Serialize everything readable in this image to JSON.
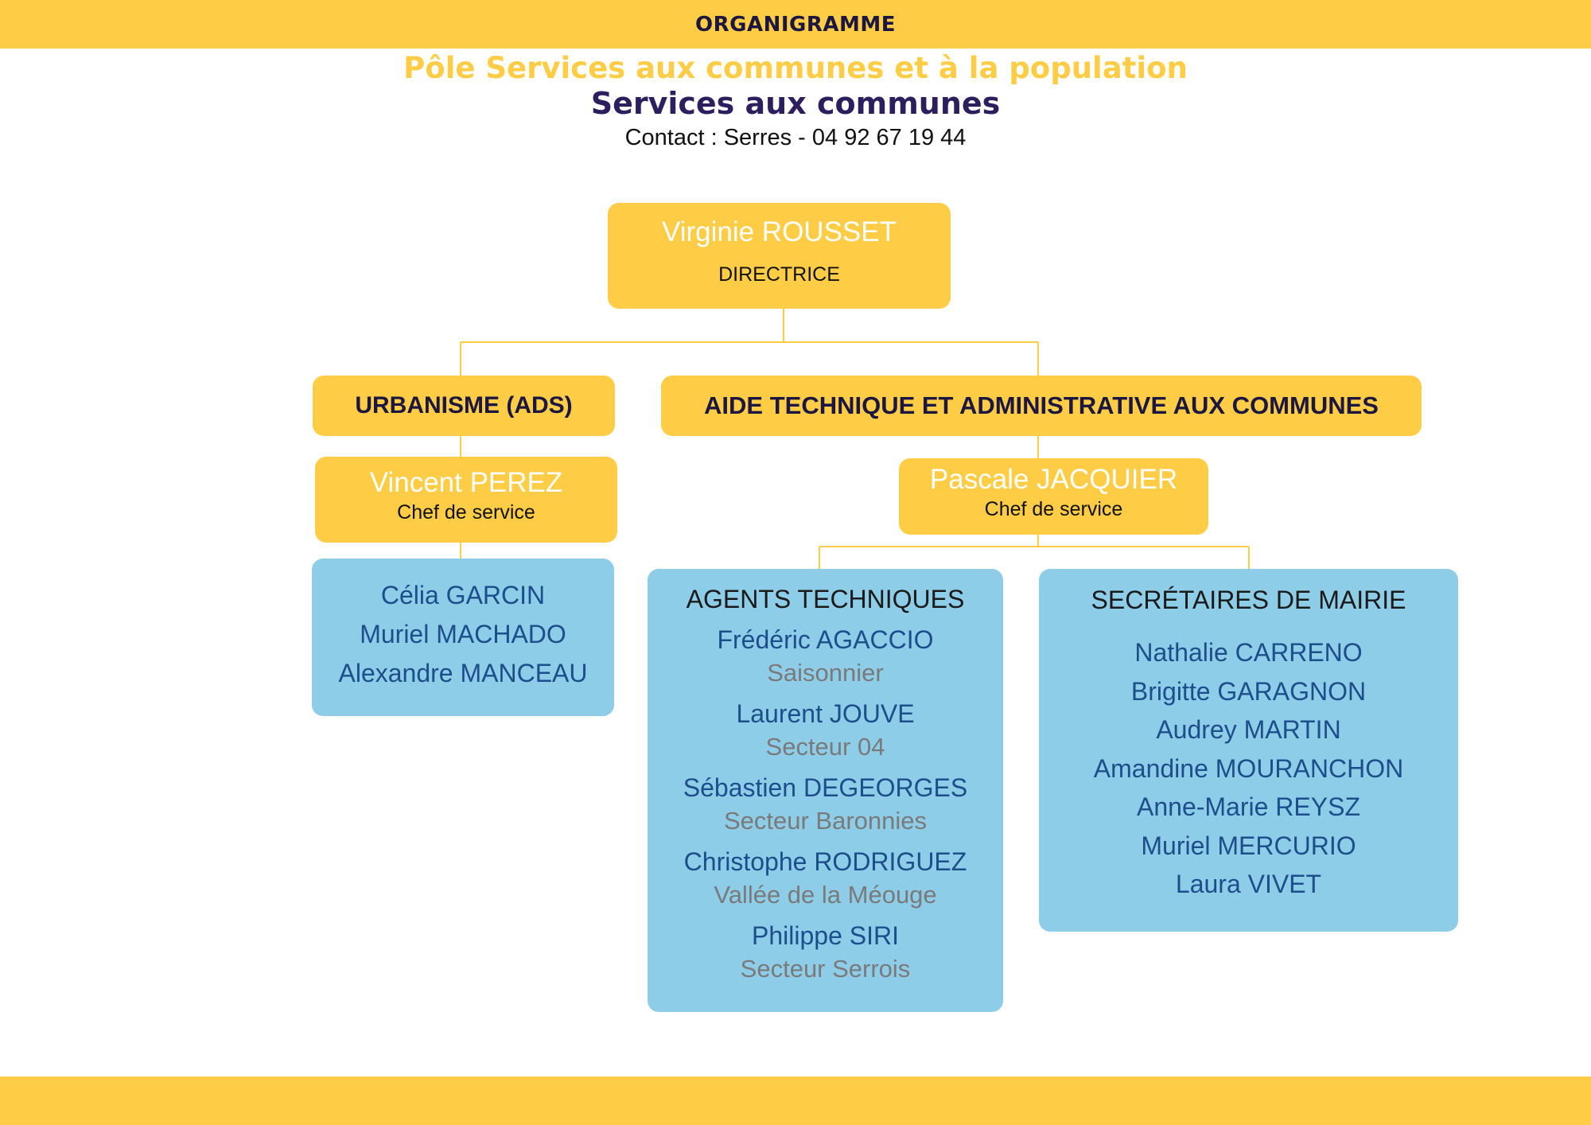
{
  "header": {
    "band_label": "ORGANIGRAMME",
    "pole_title": "Pôle Services aux communes et à la population",
    "service_title": "Services aux communes",
    "contact": "Contact  : Serres - 04 92 67 19 44"
  },
  "colors": {
    "band": "#fecd45",
    "yellow_box": "#fecd45",
    "blue_box": "#8ecde8",
    "dark_text": "#1c1740",
    "service_title": "#2d1f5e",
    "member_text": "#1d4e8c",
    "sector_text": "#7a7a7a",
    "connector": "#fecd45"
  },
  "director": {
    "name": "Virginie ROUSSET",
    "role": "DIRECTRICE"
  },
  "urbanisme": {
    "label": "URBANISME (ADS)",
    "chief": {
      "name": "Vincent PEREZ",
      "role": "Chef de service"
    },
    "members": [
      "Célia GARCIN",
      "Muriel MACHADO",
      "Alexandre MANCEAU"
    ]
  },
  "aide": {
    "label": "AIDE TECHNIQUE ET ADMINISTRATIVE AUX COMMUNES",
    "chief": {
      "name": "Pascale JACQUIER",
      "role": "Chef de service"
    },
    "agents": {
      "title": "AGENTS TECHNIQUES",
      "members": [
        {
          "name": "Frédéric AGACCIO",
          "sector": "Saisonnier"
        },
        {
          "name": "Laurent JOUVE",
          "sector": "Secteur 04"
        },
        {
          "name": "Sébastien DEGEORGES",
          "sector": "Secteur Baronnies"
        },
        {
          "name": "Christophe RODRIGUEZ",
          "sector": "Vallée de la Méouge"
        },
        {
          "name": "Philippe SIRI",
          "sector": "Secteur Serrois"
        }
      ]
    },
    "secretaires": {
      "title": "SECRÉTAIRES DE MAIRIE",
      "members": [
        "Nathalie CARRENO",
        "Brigitte GARAGNON",
        "Audrey MARTIN",
        "Amandine MOURANCHON",
        "Anne-Marie REYSZ",
        "Muriel MERCURIO",
        "Laura VIVET"
      ]
    }
  }
}
